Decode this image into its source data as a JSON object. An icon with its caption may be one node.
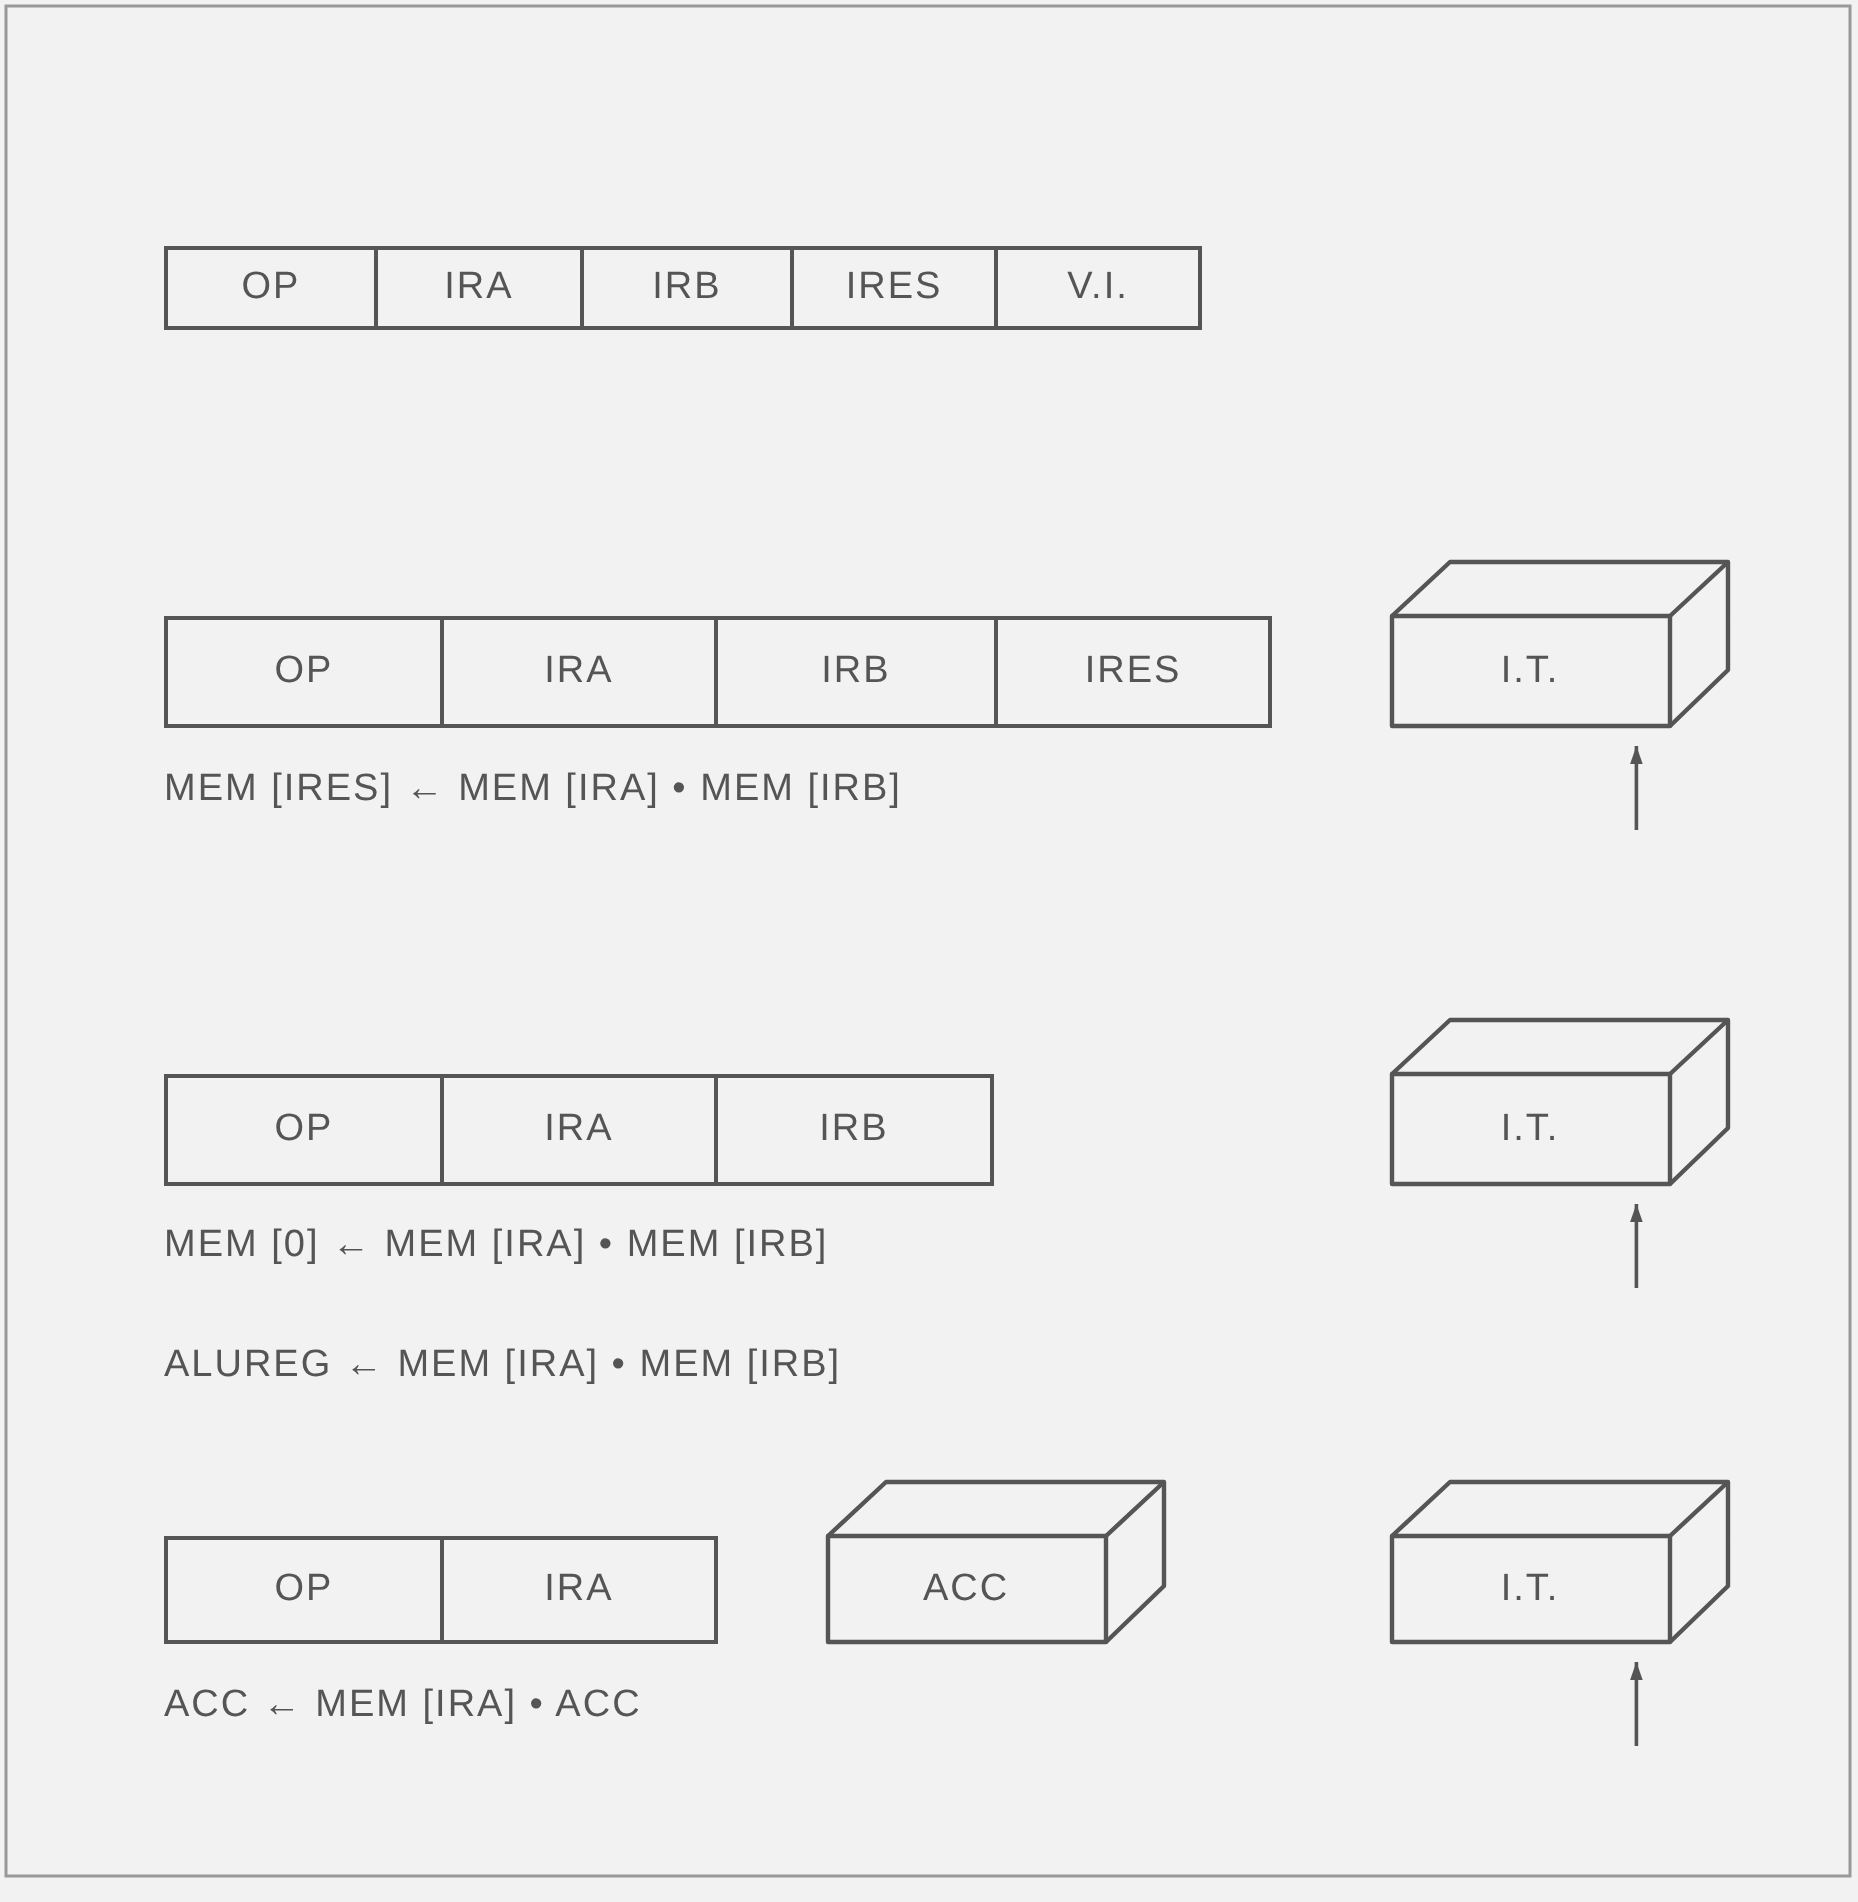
{
  "diagram": {
    "nodes": [
      {
        "text": [
          "OP"
        ]
      },
      {
        "text": [
          "IRA"
        ]
      },
      {
        "text": [
          "IRB"
        ]
      },
      {
        "text": [
          "IRES"
        ]
      },
      {
        "text": [
          "V.I."
        ]
      },
      {
        "text": [
          "OP"
        ]
      },
      {
        "text": [
          "IRA"
        ]
      },
      {
        "text": [
          "IRB"
        ]
      },
      {
        "text": [
          "IRES"
        ]
      },
      {
        "text": [
          "I.T."
        ]
      },
      {
        "text": [
          "OP"
        ]
      },
      {
        "text": [
          "IRA"
        ]
      },
      {
        "text": [
          "IRB"
        ]
      },
      {
        "text": [
          "I.T."
        ]
      },
      {
        "text": [
          "OP"
        ]
      },
      {
        "text": [
          "IRA"
        ]
      },
      {
        "text": [
          "ACC"
        ]
      },
      {
        "text": [
          "I.T."
        ]
      }
    ],
    "edges": [
      {
        "from": null,
        "to": 9,
        "arrow": "to"
      },
      {
        "from": null,
        "to": 13,
        "arrow": "to"
      },
      {
        "from": null,
        "to": 17,
        "arrow": "to"
      }
    ],
    "labels": [
      "MEM [IRES] ← MEM [IRA] • MEM [IRB]",
      "MEM [0] ← MEM [IRA] • MEM [IRB]",
      "ALUREG ← MEM [IRA] • MEM [IRB]",
      "ACC ← MEM [IRA] • ACC"
    ]
  }
}
